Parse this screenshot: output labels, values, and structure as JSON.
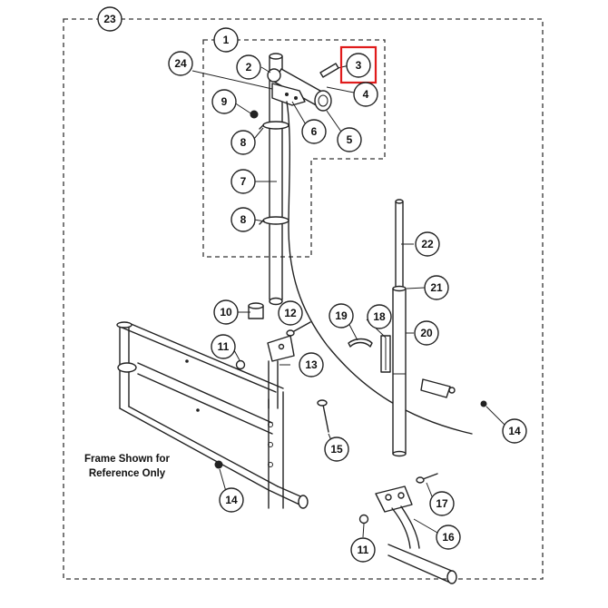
{
  "callouts": {
    "c23": "23",
    "c1": "1",
    "c2": "2",
    "c3": "3",
    "c4": "4",
    "c24": "24",
    "c9": "9",
    "c6": "6",
    "c5": "5",
    "c8a": "8",
    "c7": "7",
    "c8b": "8",
    "c22": "22",
    "c21": "21",
    "c20": "20",
    "c10": "10",
    "c12": "12",
    "c19": "19",
    "c18": "18",
    "c11a": "11",
    "c13": "13",
    "c14a": "14",
    "c15": "15",
    "c14b": "14",
    "c17": "17",
    "c16": "16",
    "c11b": "11"
  },
  "frame_note": {
    "line1": "Frame Shown for",
    "line2": "Reference Only"
  },
  "highlight": {
    "target": "3",
    "color": "#e01b1b"
  }
}
